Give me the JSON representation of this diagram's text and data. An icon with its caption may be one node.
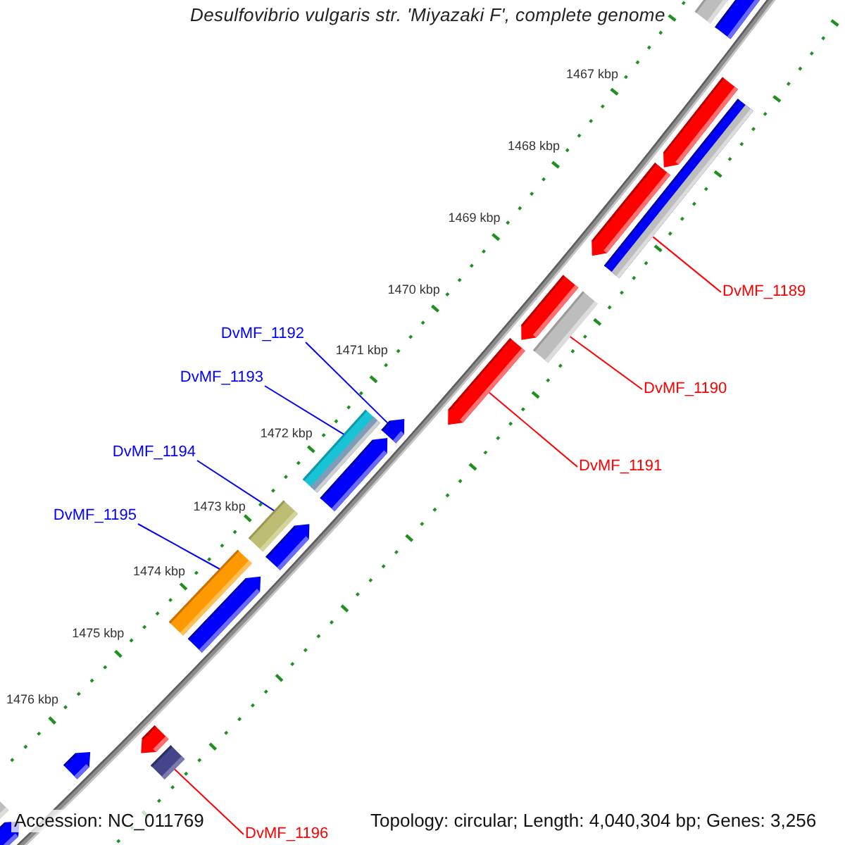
{
  "diagram": {
    "title": "Desulfovibrio vulgaris str. 'Miyazaki F', complete genome",
    "nodes": [
      {
        "text": [
          "DvMF_1189"
        ]
      },
      {
        "text": [
          "DvMF_1190"
        ]
      },
      {
        "text": [
          "DvMF_1191"
        ]
      },
      {
        "text": [
          "DvMF_1192"
        ]
      },
      {
        "text": [
          "DvMF_1193"
        ]
      },
      {
        "text": [
          "DvMF_1194"
        ]
      },
      {
        "text": [
          "DvMF_1195"
        ]
      },
      {
        "text": [
          "DvMF_1196"
        ]
      },
      {
        "text": [],
        "shape": "bar"
      },
      {
        "text": [],
        "shape": "pentagon"
      },
      {
        "text": [],
        "shape": "pentagon"
      },
      {
        "text": [],
        "shape": "bar"
      },
      {
        "text": [],
        "shape": "pentagon"
      },
      {
        "text": [],
        "shape": "pentagon"
      },
      {
        "text": [],
        "shape": "bar"
      },
      {
        "text": [],
        "shape": "pentagon"
      },
      {
        "text": [],
        "shape": "bar"
      },
      {
        "text": [],
        "shape": "pentagon"
      },
      {
        "text": [],
        "shape": "pentagon"
      },
      {
        "text": [],
        "shape": "bar"
      },
      {
        "text": [],
        "shape": "pentagon"
      },
      {
        "text": [],
        "shape": "bar"
      },
      {
        "text": [],
        "shape": "pentagon"
      },
      {
        "text": [],
        "shape": "pentagon"
      },
      {
        "text": [],
        "shape": "box"
      },
      {
        "text": [],
        "shape": "pentagon"
      },
      {
        "text": [],
        "shape": "bar"
      },
      {
        "text": [],
        "shape": "pentagon"
      }
    ],
    "edges": [
      {
        "from": 0,
        "to": 11,
        "arrow": "none",
        "color": "#ff0000"
      },
      {
        "from": 1,
        "to": 14,
        "arrow": "none",
        "color": "#ff0000"
      },
      {
        "from": 2,
        "to": 15,
        "arrow": "none",
        "color": "#ff0000"
      },
      {
        "from": 3,
        "to": 17,
        "arrow": "none",
        "color": "#0000ff"
      },
      {
        "from": 4,
        "to": 16,
        "arrow": "none",
        "color": "#0000ff"
      },
      {
        "from": 5,
        "to": 19,
        "arrow": "none",
        "color": "#0000ff"
      },
      {
        "from": 6,
        "to": 21,
        "arrow": "none",
        "color": "#0000ff"
      },
      {
        "from": 7,
        "to": 24,
        "arrow": "none",
        "color": "#ff0000"
      }
    ],
    "labels": [
      "1467 kbp",
      "1468 kbp",
      "1469 kbp",
      "1470 kbp",
      "1471 kbp",
      "1472 kbp",
      "1473 kbp",
      "1474 kbp",
      "1475 kbp",
      "1476 kbp",
      "Accession: NC_011769",
      "Topology: circular; Length: 4,040,304 bp; Genes: 3,256"
    ]
  }
}
